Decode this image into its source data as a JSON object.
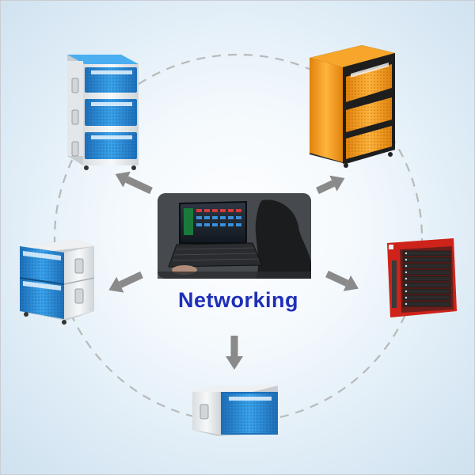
{
  "center_label": "Networking",
  "colors": {
    "label": "#1f2fb8",
    "arrow": "#8a8a8a",
    "dashed_circle": "#b9b9b9",
    "blue_cabinet": "#2f8fd8",
    "orange_cabinet": "#f39a1e",
    "red_panel": "#d8261c"
  },
  "nodes": [
    {
      "id": "tall-white-blue-cabinet",
      "description_icon": "charging-cabinet-icon"
    },
    {
      "id": "orange-black-cabinet",
      "description_icon": "charging-cabinet-icon"
    },
    {
      "id": "small-white-blue-cabinet",
      "description_icon": "charging-cabinet-icon"
    },
    {
      "id": "red-wall-panel",
      "description_icon": "wall-charging-panel-icon"
    },
    {
      "id": "bottom-desktop-cabinet",
      "description_icon": "charging-box-icon"
    }
  ],
  "hub": {
    "id": "laptop-console",
    "description_icon": "laptop-icon"
  }
}
